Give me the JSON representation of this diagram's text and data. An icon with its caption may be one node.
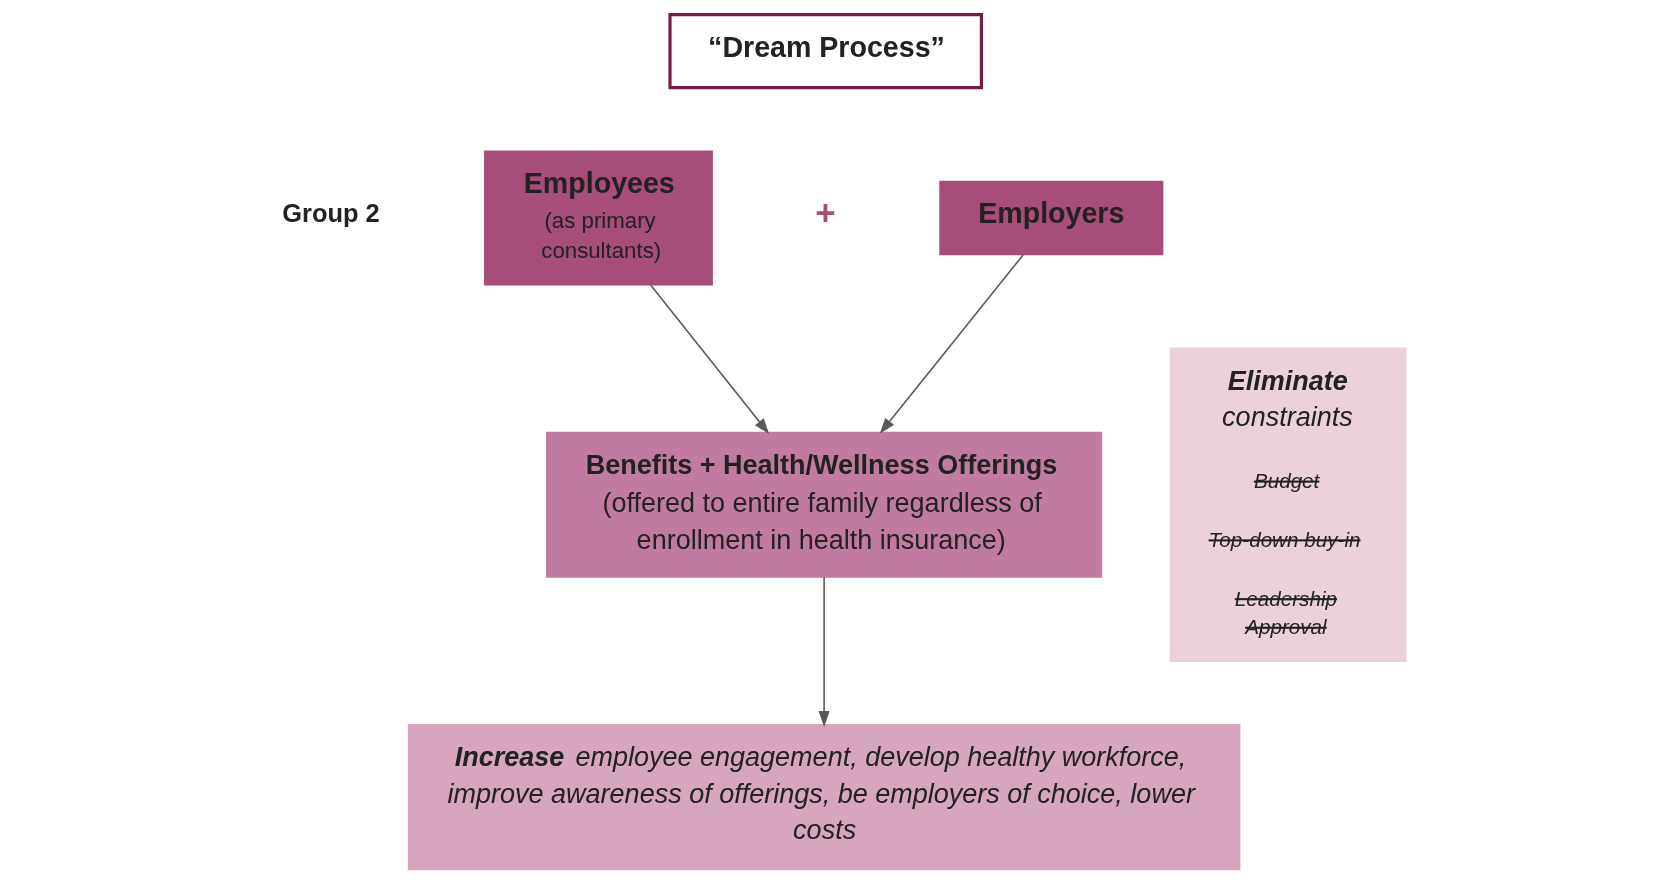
{
  "diagram": {
    "nodes": [
      {
        "text": [
          "“Dream Process”"
        ]
      },
      {
        "text": [
          "Employees",
          "(as primary consultants)"
        ]
      },
      {
        "text": [
          "Employers"
        ]
      },
      {
        "text": [
          "Benefits + Health/Wellness Offerings",
          "(offered to entire family regardless of enrollment in health insurance)"
        ]
      },
      {
        "text": [
          "**Increase** employee engagement, develop healthy workforce, improve awareness of offerings, be employers of choice, lower costs"
        ]
      },
      {
        "text": [
          "**Eliminate** constraints",
          "Budget",
          "Top-down buy-in",
          "Leadership Approval"
        ]
      }
    ],
    "edges": [
      {
        "from": 1,
        "to": 3,
        "arrow": "to"
      },
      {
        "from": 2,
        "to": 3,
        "arrow": "to"
      },
      {
        "from": 3,
        "to": 4,
        "arrow": "to"
      }
    ],
    "labels": [
      "Group 2",
      "+"
    ]
  }
}
